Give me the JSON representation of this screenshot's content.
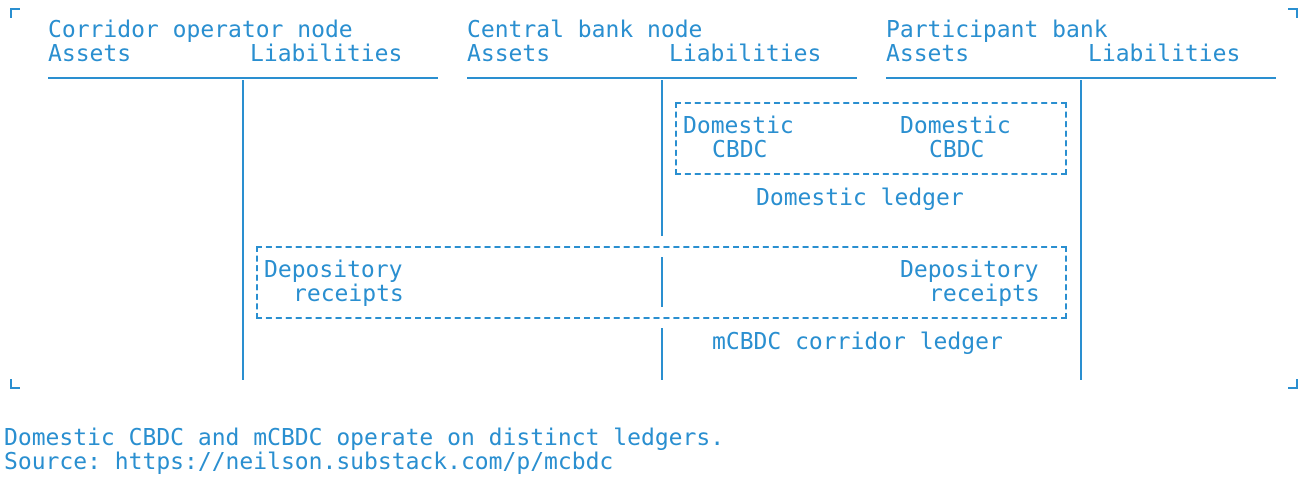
{
  "nodes": {
    "corridor_operator": {
      "title": "Corridor operator node",
      "assets": "Assets",
      "liabilities": "Liabilities"
    },
    "central_bank": {
      "title": "Central bank node",
      "assets": "Assets",
      "liabilities": "Liabilities"
    },
    "participant_bank": {
      "title": "Participant bank",
      "assets": "Assets",
      "liabilities": "Liabilities"
    }
  },
  "domestic_ledger": {
    "left_line1": "Domestic",
    "left_line2": "CBDC",
    "right_line1": "Domestic",
    "right_line2": "CBDC",
    "label": "Domestic ledger"
  },
  "corridor_ledger": {
    "left_line1": "Depository",
    "left_line2": "receipts",
    "right_line1": "Depository",
    "right_line2": "receipts",
    "label": "mCBDC corridor ledger"
  },
  "caption": {
    "line1": "Domestic CBDC and mCBDC operate on distinct ledgers.",
    "line2": "Source: https://neilson.substack.com/p/mcbdc"
  },
  "colors": {
    "ink": "#2a8fd0",
    "background": "#ffffff"
  }
}
